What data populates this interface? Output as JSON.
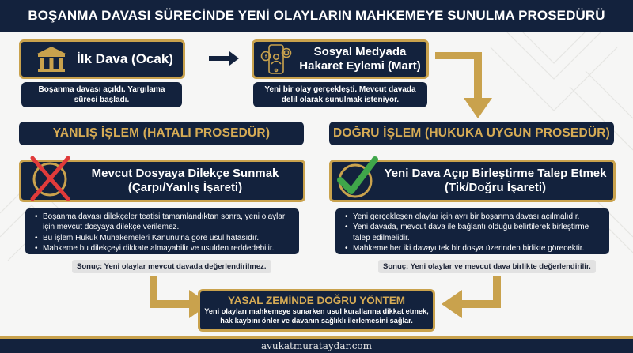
{
  "header": {
    "title": "BOŞANMA DAVASI SÜRECİNDE YENİ OLAYLARIN MAHKEMEYE SUNULMA PROSEDÜRÜ"
  },
  "colors": {
    "navy": "#13223d",
    "gold": "#c9a24d",
    "gold_text": "#d6ab55",
    "red": "#e03a3a",
    "green": "#3fa64a",
    "result_bg": "#e2e2e2"
  },
  "step1": {
    "icon": "courthouse-icon",
    "title": "İlk Dava (Ocak)",
    "description": "Boşanma davası açıldı. Yargılama süreci başladı."
  },
  "step2": {
    "icon": "social-media-phone-icon",
    "title_line1": "Sosyal Medyada",
    "title_line2": "Hakaret Eylemi (Mart)",
    "description": "Yeni bir olay gerçekleşti. Mevcut davada delil olarak sunulmak isteniyor."
  },
  "wrong": {
    "section_title": "YANLIŞ İŞLEM (HATALI PROSEDÜR)",
    "icon": "red-x-icon",
    "title_line1": "Mevcut Dosyaya Dilekçe Sunmak",
    "title_line2": "(Çarpı/Yanlış İşareti)",
    "bullets": [
      "Boşanma davası dilekçeler teatisi tamamlandıktan sonra, yeni olaylar için mevcut dosyaya dilekçe verilemez.",
      "Bu işlem Hukuk Muhakemeleri Kanunu'na göre usul hatasıdır.",
      "Mahkeme bu dilekçeyi dikkate almayabilir ve usulden reddedebilir."
    ],
    "result": "Sonuç: Yeni olaylar mevcut davada değerlendirilmez."
  },
  "right": {
    "section_title": "DOĞRU İŞLEM (HUKUKA UYGUN PROSEDÜR)",
    "icon": "green-check-icon",
    "title_line1": "Yeni Dava Açıp Birleştirme Talep Etmek",
    "title_line2": "(Tik/Doğru İşareti)",
    "bullets": [
      "Yeni gerçekleşen olaylar için ayrı bir boşanma davası açılmalıdır.",
      "Yeni davada, mevcut dava ile bağlantı olduğu belirtilerek birleştirme talep edilmelidir.",
      "Mahkeme her iki davayı tek bir dosya üzerinden birlikte görecektir."
    ],
    "result": "Sonuç: Yeni olaylar ve mevcut dava birlikte değerlendirilir."
  },
  "conclusion": {
    "title": "YASAL ZEMİNDE DOĞRU YÖNTEM",
    "text_line1": "Yeni olayları mahkemeye sunarken usul kurallarına dikkat etmek,",
    "text_line2": "hak kaybını önler ve davanın sağlıklı ilerlemesini sağlar."
  },
  "footer": {
    "website": "avukatmurataydar.com"
  }
}
